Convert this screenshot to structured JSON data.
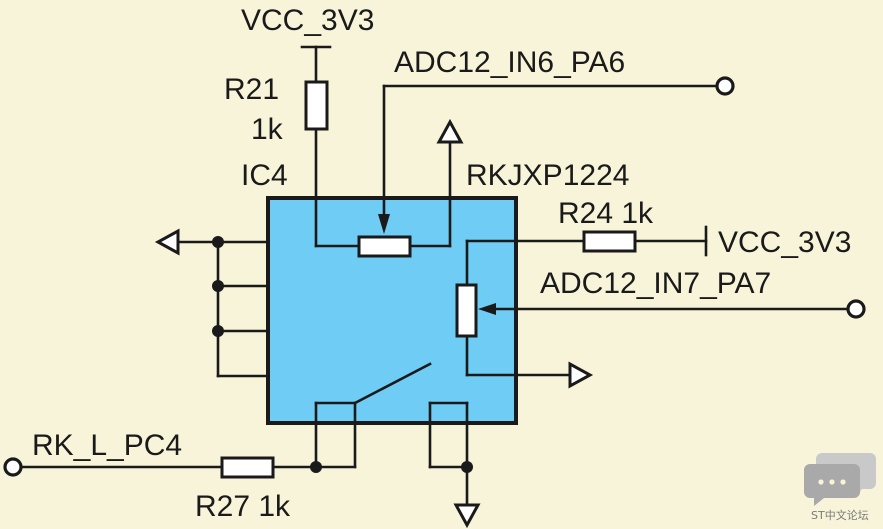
{
  "labels": {
    "vcc_top": "VCC_3V3",
    "adc_in6": "ADC12_IN6_PA6",
    "r21": "R21",
    "r21_val": "1k",
    "ic4": "IC4",
    "part": "RKJXP1224",
    "r24": "R24 1k",
    "vcc_right": "VCC_3V3",
    "adc_in7": "ADC12_IN7_PA7",
    "rk_l": "RK_L_PC4",
    "r27": "R27 1k"
  },
  "watermark": {
    "text": "ST中文论坛",
    "icon": "chat-bubbles-icon"
  },
  "colors": {
    "background": "#f7f4d9",
    "ic_fill": "#6fcdf5",
    "line": "#1a1a1a",
    "watermark": "#b8b8b8"
  }
}
